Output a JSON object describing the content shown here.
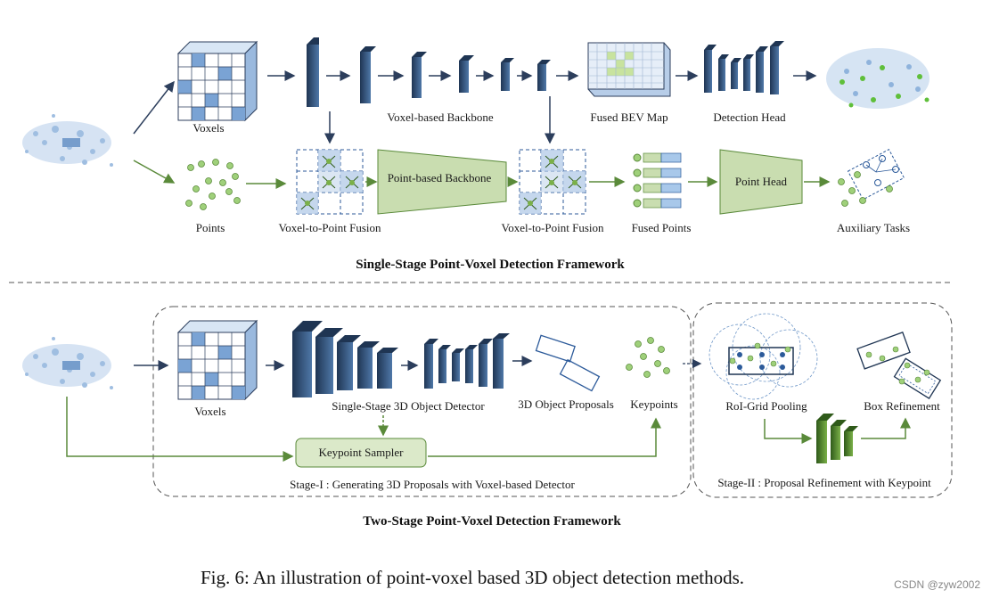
{
  "top": {
    "title": "Single-Stage Point-Voxel Detection Framework",
    "labels": {
      "voxels": "Voxels",
      "voxel_backbone": "Voxel-based Backbone",
      "fused_bev": "Fused BEV Map",
      "detection_head": "Detection Head",
      "points": "Points",
      "v2p_fusion_1": "Voxel-to-Point Fusion",
      "point_backbone": "Point-based Backbone",
      "v2p_fusion_2": "Voxel-to-Point Fusion",
      "fused_points": "Fused Points",
      "point_head": "Point Head",
      "aux_tasks": "Auxiliary Tasks"
    }
  },
  "bottom": {
    "title": "Two-Stage Point-Voxel Detection Framework",
    "labels": {
      "voxels": "Voxels",
      "single_stage_detector": "Single-Stage 3D Object Detector",
      "proposals": "3D Object Proposals",
      "keypoints": "Keypoints",
      "keypoint_sampler": "Keypoint Sampler",
      "stage1": "Stage-I : Generating 3D Proposals with Voxel-based Detector",
      "roi_grid": "RoI-Grid Pooling",
      "box_refinement": "Box Refinement",
      "stage2": "Stage-II : Proposal Refinement with Keypoint"
    }
  },
  "caption": "Fig. 6: An illustration of point-voxel based 3D object detection methods.",
  "watermark": "CSDN @zyw2002",
  "colors": {
    "voxel_blue": "#a8c8ea",
    "voxel_dark": "#6f97c8",
    "backbone_dark": "#1f3553",
    "arrow_blue": "#2c3e5c",
    "arrow_green": "#5a8a3a",
    "green_fill": "#c9ddb0",
    "point_green": "#8fbf6a"
  }
}
